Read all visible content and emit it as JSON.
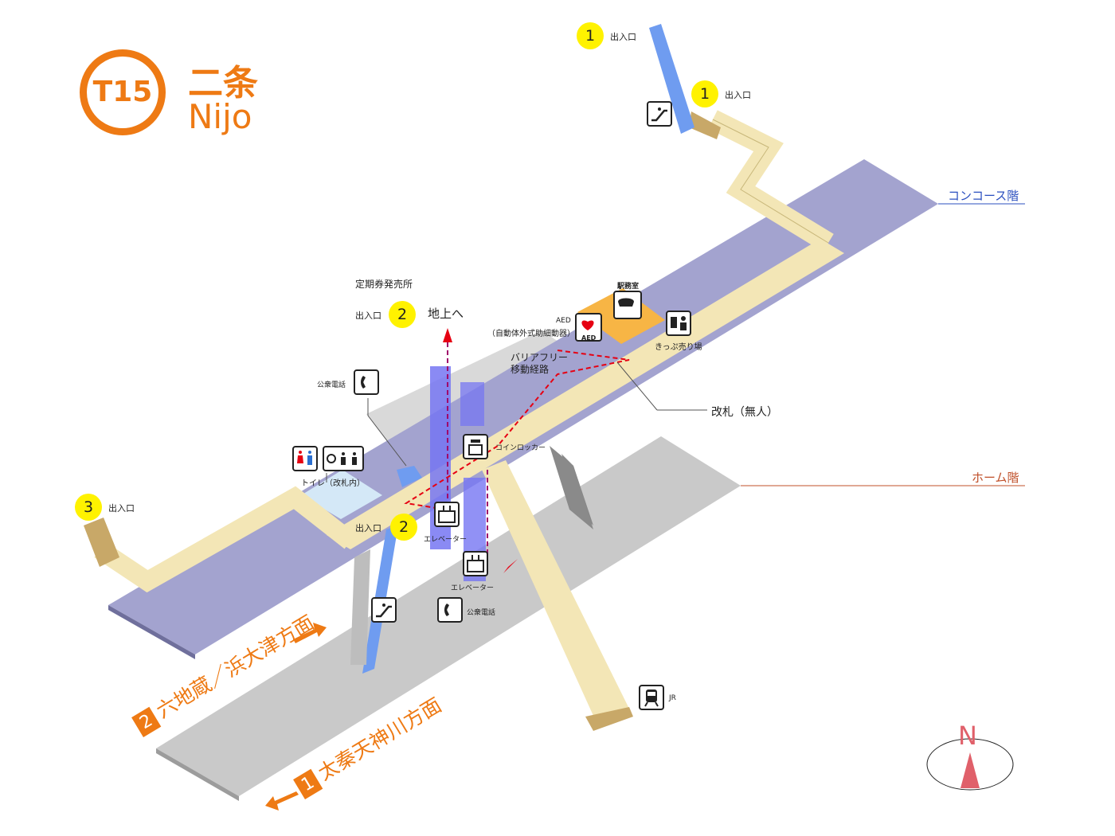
{
  "station": {
    "number": "T15",
    "name_jp": "二条",
    "name_en": "Nijo"
  },
  "colors": {
    "brand_orange": "#ee7a14",
    "exit_yellow": "#fff200",
    "concourse_blue": "#2b4fbf",
    "platform_red": "#c0502a",
    "elevator_blue": "#6f6ff0",
    "route_red": "#e60012"
  },
  "levels": {
    "concourse": "コンコース階",
    "platform": "ホーム階"
  },
  "exits": {
    "exit1_top_num": "1",
    "exit1_top_label": "出入口",
    "exit1_right_num": "1",
    "exit1_right_label": "出入口",
    "exit2_top_num": "2",
    "exit2_top_label": "出入口",
    "exit2_mid_num": "2",
    "exit2_mid_label": "出入口",
    "exit3_num": "3",
    "exit3_label": "出入口"
  },
  "labels": {
    "commuter_pass_office": "定期券発売所",
    "to_ground": "地上へ",
    "station_office": "駅務室",
    "aed": "AED",
    "aed_full": "（自動体外式助細動器）",
    "ticket_sales": "きっぷ売り場",
    "barrier_free_1": "バリアフリー",
    "barrier_free_2": "移動経路",
    "ticket_gate": "改札（無人）",
    "public_phone_top": "公衆電話",
    "public_phone_bottom": "公衆電話",
    "coin_locker": "コインロッカー",
    "toilet": "トイレ（改札内）",
    "elevator_1": "エレベーター",
    "elevator_2": "エレベーター",
    "jr": "JR",
    "aed_icon_text": "AED",
    "compass": "N"
  },
  "directions": {
    "dir2_num": "2",
    "dir2_text": "六地蔵／浜大津方面",
    "dir1_num": "1",
    "dir1_text": "太秦天神川方面"
  },
  "icons": [
    "escalator-icon",
    "phone-icon",
    "toilet-icon",
    "accessible-icon",
    "coin-locker-icon",
    "elevator-icon",
    "station-office-icon",
    "ticket-machine-icon",
    "aed-icon",
    "train-icon",
    "compass-icon"
  ]
}
